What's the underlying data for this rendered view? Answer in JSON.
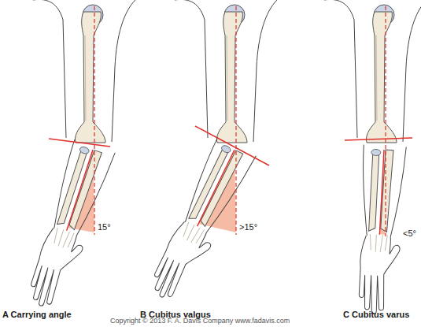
{
  "diagram": {
    "labels": [
      "15°",
      ">15°",
      "<5°",
      "A Carrying angle",
      "B Cubitus valgus",
      "C Cubitus varus",
      "Copyright © 2013 F. A. Davis Company www.fadavis.com"
    ]
  }
}
